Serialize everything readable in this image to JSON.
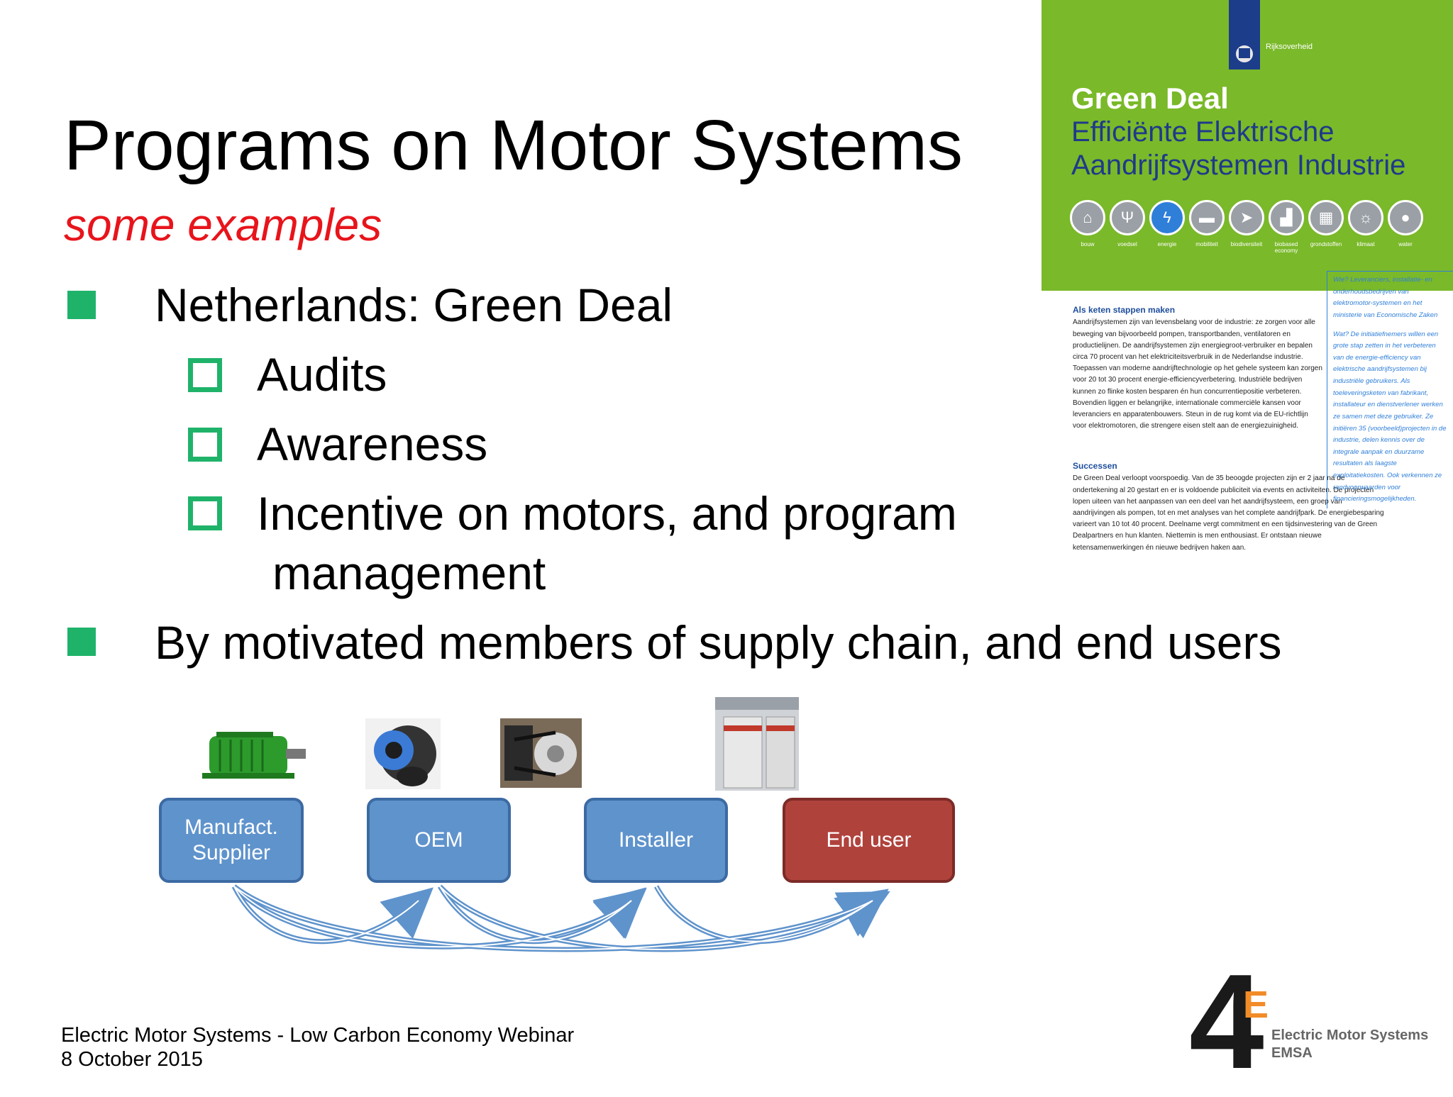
{
  "slide": {
    "title": "Programs on Motor Systems",
    "subtitle": "some examples"
  },
  "bullets": [
    {
      "text": "Netherlands: Green Deal",
      "sub": [
        "Audits",
        "Awareness",
        "Incentive on motors, and program",
        "management"
      ]
    },
    {
      "text": "By motivated members of supply chain, and end users"
    }
  ],
  "chain": {
    "boxes": [
      "Manufact. Supplier",
      "OEM",
      "Installer",
      "End user"
    ],
    "images": [
      "green-motor-image",
      "fan-image",
      "belt-drive-image",
      "equipment-cabinet-image"
    ]
  },
  "green_deal_doc": {
    "gov": "Rijksoverheid",
    "title1": "Green Deal",
    "title2_line1": "Efficiënte Elektrische",
    "title2_line2": "Aandrijfsystemen Industrie",
    "icons": [
      {
        "icon": "house-icon",
        "glyph": "⌂",
        "label": "bouw"
      },
      {
        "icon": "cutlery-icon",
        "glyph": "Ψ",
        "label": "voedsel"
      },
      {
        "icon": "lightning-icon",
        "glyph": "ϟ",
        "label": "energie"
      },
      {
        "icon": "car-icon",
        "glyph": "▬",
        "label": "mobiliteit"
      },
      {
        "icon": "bird-icon",
        "glyph": "➤",
        "label": "biodiversiteit"
      },
      {
        "icon": "factory-icon",
        "glyph": "▟",
        "label": "biobased economy"
      },
      {
        "icon": "materials-icon",
        "glyph": "▦",
        "label": "grondstoffen"
      },
      {
        "icon": "sun-icon",
        "glyph": "☼",
        "label": "klimaat"
      },
      {
        "icon": "drop-icon",
        "glyph": "●",
        "label": "water"
      }
    ],
    "section1_heading": "Als keten stappen maken",
    "section1_text": "Aandrijfsystemen zijn van levensbelang voor de industrie: ze zorgen voor alle beweging van bijvoorbeeld pompen, transportbanden, ventilatoren en productielijnen. De aandrijfsystemen zijn energiegroot-verbruiker en bepalen circa 70 procent van het elektriciteitsverbruik in de Nederlandse industrie. Toepassen van moderne aandrijftechnologie op het gehele systeem kan zorgen voor 20 tot 30 procent energie-efficiencyverbetering. Industriële bedrijven kunnen zo flinke kosten besparen én hun concurrentiepositie verbeteren. Bovendien liggen er belangrijke, internationale commerciële kansen voor leveranciers en apparatenbouwers. Steun in de rug komt via de EU-richtlijn voor elektromotoren, die strengere eisen stelt aan de energiezuinigheid.",
    "section2_heading": "Successen",
    "section2_text": "De Green Deal verloopt voorspoedig. Van de 35 beoogde projecten zijn er 2 jaar na de ondertekening al 20 gestart en er is voldoende publiciteit via events en activiteiten. De projecten lopen uiteen van het aanpassen van een deel van het aandrijfsysteem, een groep van aandrijvingen als pompen, tot en met analyses van het complete aandrijfpark. De energiebesparing varieert van 10 tot 40 procent. Deelname vergt commitment en een tijdsinvestering van de Green Dealpartners en hun klanten. Niettemin is men enthousiast. Er ontstaan nieuwe ketensamenwerkingen én nieuwe bedrijven haken aan.",
    "side_text1": "Wie? Leveranciers, installatie- en onderhoudsbedrijven van elektromotor-systemen en het ministerie van Economische Zaken",
    "side_text2": "Wat? De initiatiefnemers willen een grote stap zetten in het verbeteren van de energie-efficiency van elektrische aandrijfsystemen bij industriële gebruikers. Als toeleveringsketen van fabrikant, installateur en dienstverlener werken ze samen met deze gebruiker. Ze initiëren 35 (voorbeeld)projecten in de industrie, delen kennis over de integrale aanpak en duurzame resultaten als laagste exploitatiekosten. Ook verkennen ze randvoorwaarden voor financieringsmogelijkheden."
  },
  "footer": {
    "line1": "Electric Motor Systems - Low Carbon Economy Webinar",
    "line2": "8 October 2015"
  },
  "logo": {
    "mark": "4",
    "mark_e": "E",
    "line1": "Electric Motor Systems",
    "line2": "EMSA"
  },
  "colors": {
    "bullet_green": "#1fb36a",
    "subtitle_red": "#e8141b",
    "doc_green": "#7ab929",
    "box_blue": "#5f93cc",
    "box_red": "#b0423c",
    "logo_orange": "#f28c28"
  }
}
